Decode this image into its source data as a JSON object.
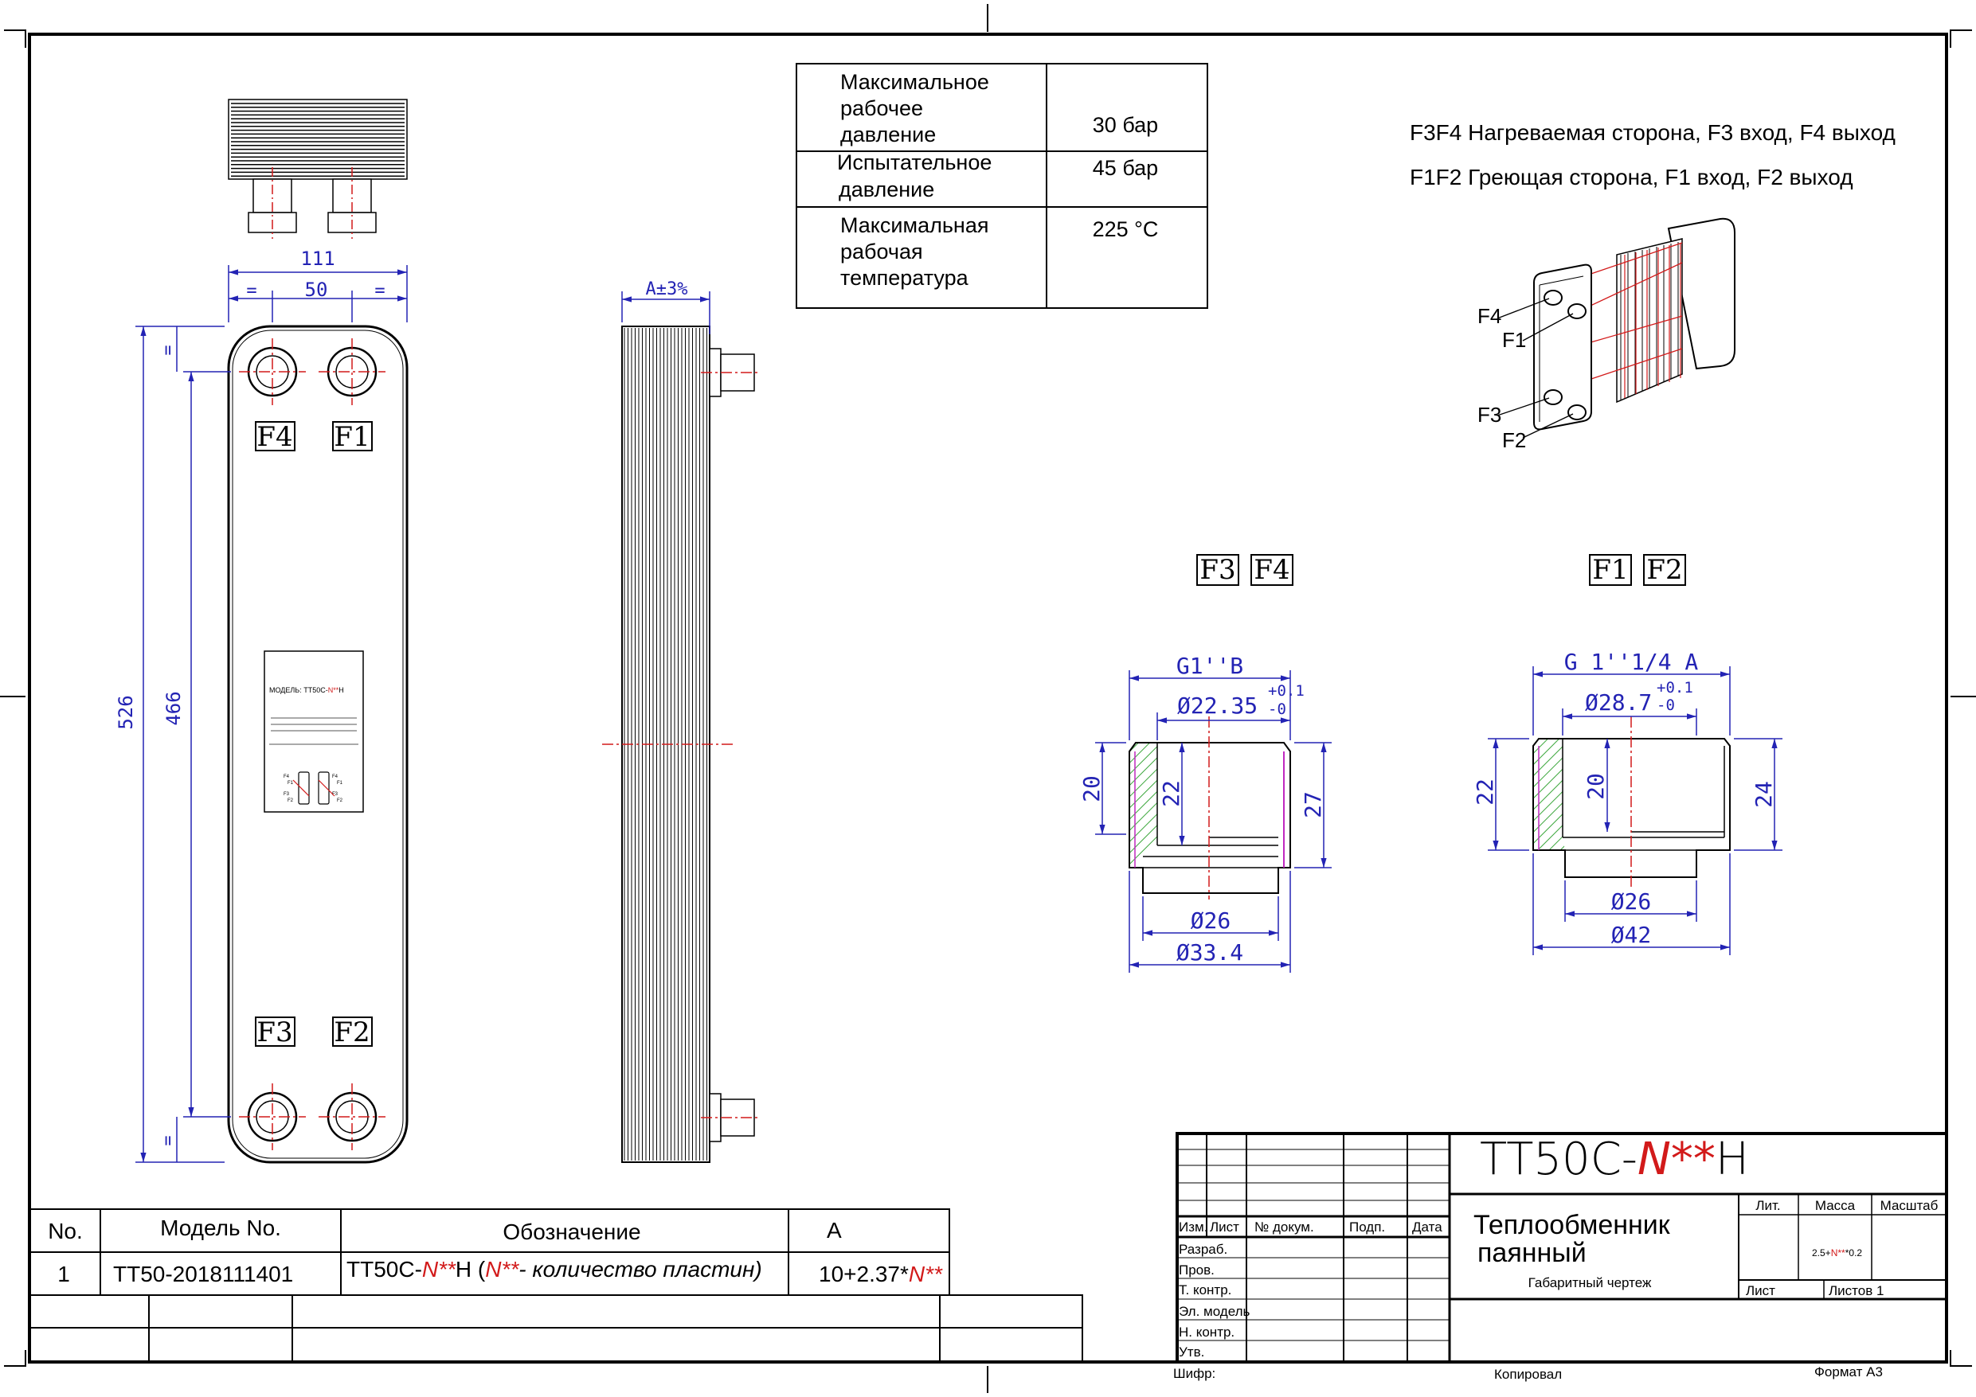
{
  "specs": {
    "rows": [
      {
        "label_lines": [
          "Максимальное",
          "рабочее",
          "давление"
        ],
        "value": "30 бар"
      },
      {
        "label_lines": [
          "Испытательное",
          "давление"
        ],
        "value": "45 бар"
      },
      {
        "label_lines": [
          "Максимальная",
          "рабочая",
          "температура"
        ],
        "value": "225 °С"
      }
    ]
  },
  "legend": {
    "heated_side": "F3F4 Нагреваемая сторона, F3 вход, F4 выход",
    "heating_side": "F1F2 Греющая сторона, F1 вход, F2 выход"
  },
  "iso_view": {
    "labels": [
      "F4",
      "F1",
      "F3",
      "F2"
    ]
  },
  "front_view": {
    "dim_width": "111",
    "dim_pitch": "50",
    "dim_eq_left": "=",
    "dim_eq_right": "=",
    "dim_eq_top": "=",
    "dim_eq_bottom": "=",
    "dim_height": "526",
    "dim_port_distance": "466",
    "ports": [
      "F4",
      "F1",
      "F3",
      "F2"
    ],
    "nameplate": {
      "model_prefix": "МОДЕЛЬ: TT50C-",
      "model_red": "N**",
      "model_suffix": "H",
      "ports": [
        "F4",
        "F1",
        "F3",
        "F2",
        "F4",
        "F1",
        "F3",
        "F2"
      ]
    }
  },
  "side_view": {
    "dim_label": "A±3%"
  },
  "connection_f3f4": {
    "title_boxes": [
      "F3",
      "F4"
    ],
    "thread": "G1''B",
    "bore": "Ø22.35",
    "tol_upper": "+0.1",
    "tol_lower": "-0",
    "height_left": "20",
    "height_inner": "22",
    "height_right": "27",
    "diameter_small": "Ø26",
    "diameter_large": "Ø33.4"
  },
  "connection_f1f2": {
    "title_boxes": [
      "F1",
      "F2"
    ],
    "thread": "G 1''1/4 A",
    "bore": "Ø28.7",
    "tol_upper": "+0.1",
    "tol_lower": "-0",
    "height_left": "22",
    "height_inner": "20",
    "height_right": "24",
    "diameter_small": "Ø26",
    "diameter_large": "Ø42"
  },
  "parts_table": {
    "headers": [
      "No.",
      "Модель No.",
      "Обозначение",
      "A"
    ],
    "row": {
      "no": "1",
      "model": "TT50-2018111401",
      "designation_prefix": "TT50C-",
      "designation_red": "N**",
      "designation_mid": "H  (",
      "designation_red2": "N**",
      "designation_note": "- количество пластин)",
      "a_prefix": "10+2.37*",
      "a_red": "N**"
    }
  },
  "title_block": {
    "code_prefix": "TT50C-",
    "code_red": "N**",
    "code_suffix": "H",
    "name_line1": "Теплообменник",
    "name_line2": "паянный",
    "drawing_type": "Габаритный чертеж",
    "col_headers": [
      "Изм.",
      "Лист",
      "№ докум.",
      "Подп.",
      "Дата"
    ],
    "roles": [
      "Разраб.",
      "Пров.",
      "Т. контр.",
      "Эл. модель",
      "Н. контр.",
      "Утв."
    ],
    "lit_label": "Лит.",
    "mass_label": "Масса",
    "scale_label": "Масштаб",
    "mass_prefix": "2.5+",
    "mass_red": "N**",
    "mass_suffix": "*0.2",
    "sheet_label": "Лист",
    "sheets_label": "Листов 1",
    "cipher_label": "Шифр:",
    "copied_label": "Копировал",
    "format_label": "Формат А3"
  }
}
